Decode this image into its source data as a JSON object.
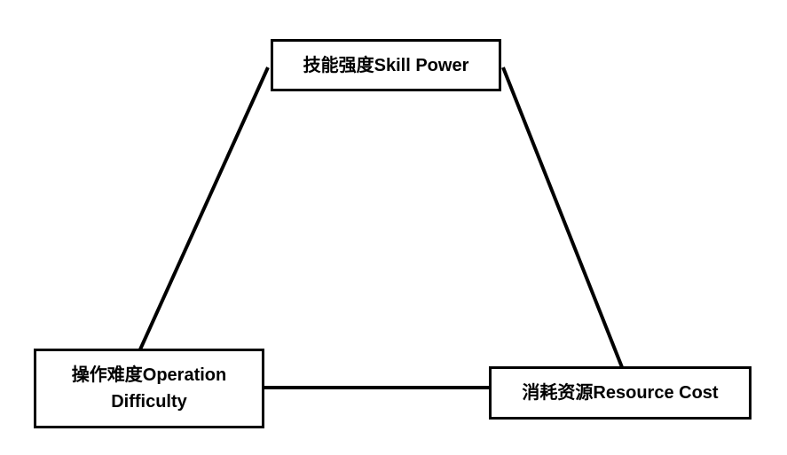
{
  "diagram": {
    "type": "triangle-relationship",
    "background_color": "#ffffff",
    "line_color": "#000000",
    "box_border_color": "#000000",
    "box_fill_color": "#ffffff",
    "text_color": "#000000",
    "nodes": [
      {
        "id": "skill_power",
        "label": "技能强度Skill Power",
        "position": "top"
      },
      {
        "id": "operation_difficulty",
        "label": "操作难度Operation Difficulty",
        "position": "bottom-left"
      },
      {
        "id": "resource_cost",
        "label": "消耗资源Resource Cost",
        "position": "bottom-right"
      }
    ],
    "edges": [
      {
        "from": "operation_difficulty",
        "to": "skill_power"
      },
      {
        "from": "skill_power",
        "to": "resource_cost"
      },
      {
        "from": "operation_difficulty",
        "to": "resource_cost"
      }
    ]
  }
}
